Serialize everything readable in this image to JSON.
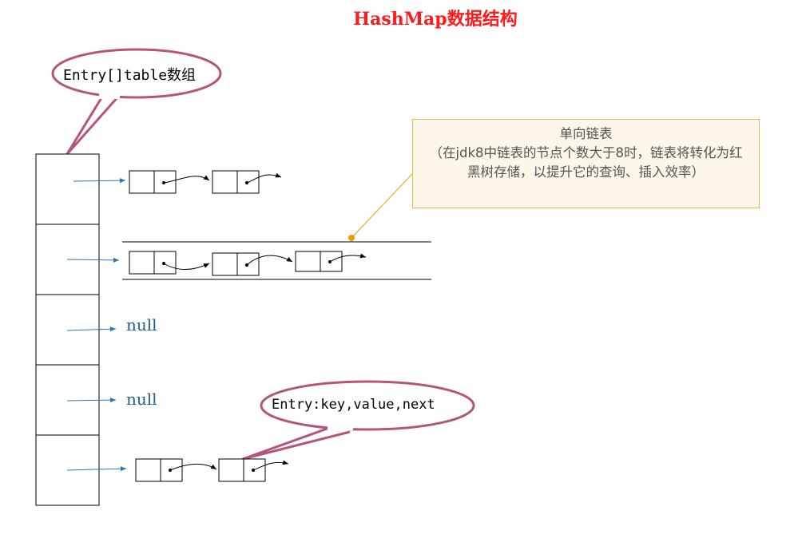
{
  "title": "HashMap数据结构",
  "table_bubble": {
    "label": "Entry[]table数组"
  },
  "entry_bubble": {
    "label": "Entry:key,value,next"
  },
  "null_labels": [
    "null",
    "null"
  ],
  "note": {
    "title": "单向链表",
    "body": "（在jdk8中链表的节点个数大于8时，链表将转化为红黑树存储，以提升它的查询、插入效率）"
  },
  "colors": {
    "title": "#ff1a1a",
    "bubble_border": "#b5557a",
    "arrow": "#2e75b6",
    "null_text": "#1f5f8b",
    "note_border": "#f0b64a",
    "note_fill": "#fdf7ea",
    "leader_line": "#e8a000"
  }
}
